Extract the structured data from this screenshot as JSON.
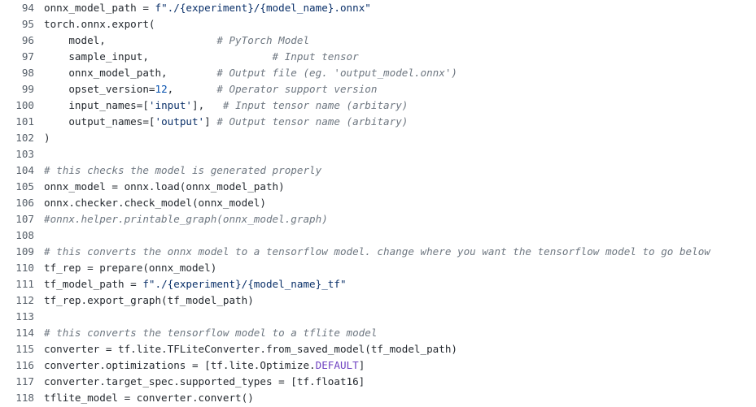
{
  "colors": {
    "text": "#24292f",
    "line_number": "#57606a",
    "string": "#0a3069",
    "number": "#0550ae",
    "comment": "#6e7781",
    "constant": "#6f42c1",
    "background": "#ffffff"
  },
  "lines": [
    {
      "num": "94",
      "tokens": [
        {
          "t": "text",
          "v": "onnx_model_path = "
        },
        {
          "t": "string",
          "v": "f\"./{experiment}/{model_name}.onnx\""
        }
      ]
    },
    {
      "num": "95",
      "tokens": [
        {
          "t": "text",
          "v": "torch.onnx.export("
        }
      ]
    },
    {
      "num": "96",
      "tokens": [
        {
          "t": "text",
          "v": "    model,                  "
        },
        {
          "t": "comment",
          "v": "# PyTorch Model"
        }
      ]
    },
    {
      "num": "97",
      "tokens": [
        {
          "t": "text",
          "v": "    sample_input,                    "
        },
        {
          "t": "comment",
          "v": "# Input tensor"
        }
      ]
    },
    {
      "num": "98",
      "tokens": [
        {
          "t": "text",
          "v": "    onnx_model_path,        "
        },
        {
          "t": "comment",
          "v": "# Output file (eg. 'output_model.onnx')"
        }
      ]
    },
    {
      "num": "99",
      "tokens": [
        {
          "t": "text",
          "v": "    opset_version="
        },
        {
          "t": "number",
          "v": "12"
        },
        {
          "t": "text",
          "v": ",       "
        },
        {
          "t": "comment",
          "v": "# Operator support version"
        }
      ]
    },
    {
      "num": "100",
      "tokens": [
        {
          "t": "text",
          "v": "    input_names=["
        },
        {
          "t": "string",
          "v": "'input'"
        },
        {
          "t": "text",
          "v": "],   "
        },
        {
          "t": "comment",
          "v": "# Input tensor name (arbitary)"
        }
      ]
    },
    {
      "num": "101",
      "tokens": [
        {
          "t": "text",
          "v": "    output_names=["
        },
        {
          "t": "string",
          "v": "'output'"
        },
        {
          "t": "text",
          "v": "] "
        },
        {
          "t": "comment",
          "v": "# Output tensor name (arbitary)"
        }
      ]
    },
    {
      "num": "102",
      "tokens": [
        {
          "t": "text",
          "v": ")"
        }
      ]
    },
    {
      "num": "103",
      "tokens": []
    },
    {
      "num": "104",
      "tokens": [
        {
          "t": "comment",
          "v": "# this checks the model is generated properly"
        }
      ]
    },
    {
      "num": "105",
      "tokens": [
        {
          "t": "text",
          "v": "onnx_model = onnx.load(onnx_model_path)"
        }
      ]
    },
    {
      "num": "106",
      "tokens": [
        {
          "t": "text",
          "v": "onnx.checker.check_model(onnx_model)"
        }
      ]
    },
    {
      "num": "107",
      "tokens": [
        {
          "t": "comment",
          "v": "#onnx.helper.printable_graph(onnx_model.graph)"
        }
      ]
    },
    {
      "num": "108",
      "tokens": []
    },
    {
      "num": "109",
      "tokens": [
        {
          "t": "comment",
          "v": "# this converts the onnx model to a tensorflow model. change where you want the tensorflow model to go below"
        }
      ]
    },
    {
      "num": "110",
      "tokens": [
        {
          "t": "text",
          "v": "tf_rep = prepare(onnx_model)"
        }
      ]
    },
    {
      "num": "111",
      "tokens": [
        {
          "t": "text",
          "v": "tf_model_path = "
        },
        {
          "t": "string",
          "v": "f\"./{experiment}/{model_name}_tf\""
        }
      ]
    },
    {
      "num": "112",
      "tokens": [
        {
          "t": "text",
          "v": "tf_rep.export_graph(tf_model_path)"
        }
      ]
    },
    {
      "num": "113",
      "tokens": []
    },
    {
      "num": "114",
      "tokens": [
        {
          "t": "comment",
          "v": "# this converts the tensorflow model to a tflite model"
        }
      ]
    },
    {
      "num": "115",
      "tokens": [
        {
          "t": "text",
          "v": "converter = tf.lite.TFLiteConverter.from_saved_model(tf_model_path)"
        }
      ]
    },
    {
      "num": "116",
      "tokens": [
        {
          "t": "text",
          "v": "converter.optimizations = [tf.lite.Optimize."
        },
        {
          "t": "const",
          "v": "DEFAULT"
        },
        {
          "t": "text",
          "v": "]"
        }
      ]
    },
    {
      "num": "117",
      "tokens": [
        {
          "t": "text",
          "v": "converter.target_spec.supported_types = [tf.float16]"
        }
      ]
    },
    {
      "num": "118",
      "tokens": [
        {
          "t": "text",
          "v": "tflite_model = converter.convert()"
        }
      ]
    }
  ]
}
